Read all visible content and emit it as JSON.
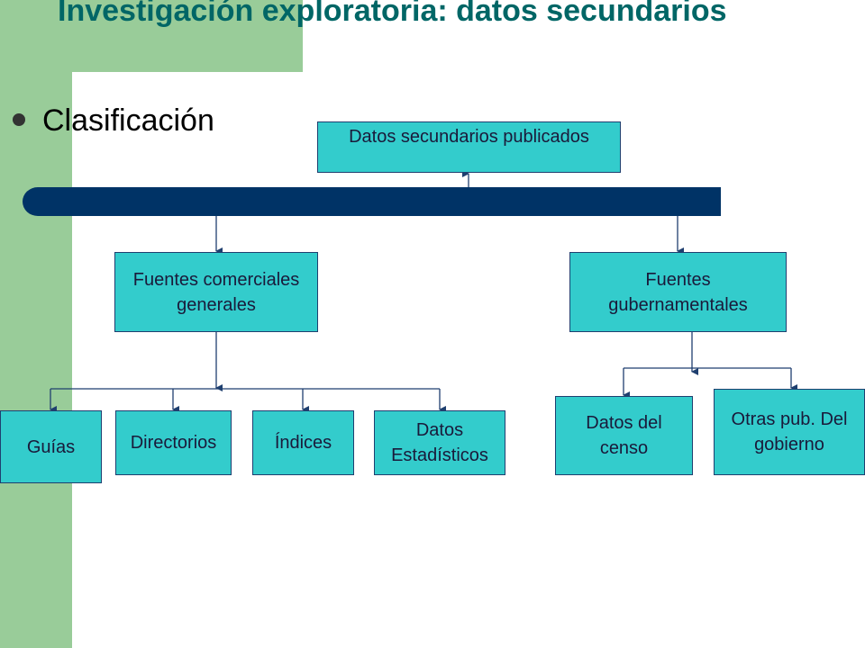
{
  "slide": {
    "title": "Investigación exploratoria: datos secundarios",
    "bullet": "Clasificación"
  },
  "diagram": {
    "root": "Datos secundarios publicados",
    "comerciales": "Fuentes comerciales\ngenerales",
    "gubernamentales": "Fuentes\ngubernamentales",
    "guias": "Guías",
    "directorios": "Directorios",
    "indices": "Índices",
    "estadisticos": "Datos\nEstadísticos",
    "censo": "Datos del\ncenso",
    "otras": "Otras pub. Del\ngobierno"
  },
  "colors": {
    "accent_green": "#99cc99",
    "title_teal": "#006666",
    "node_fill": "#33cccc",
    "bar_navy": "#003366"
  }
}
